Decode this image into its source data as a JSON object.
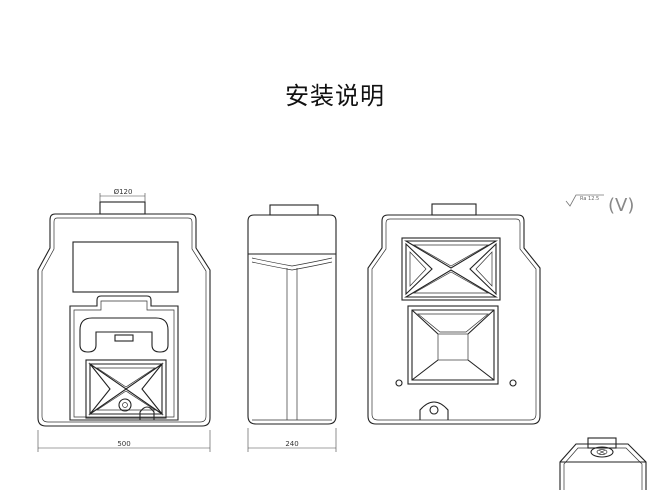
{
  "title": "安装说明",
  "views": {
    "front": {
      "diameter_label": "Ø120",
      "width_label": "500"
    },
    "side": {
      "width_label": "240"
    }
  },
  "roughness": {
    "mark": "Ra 12.5",
    "suffix": "(V)"
  }
}
